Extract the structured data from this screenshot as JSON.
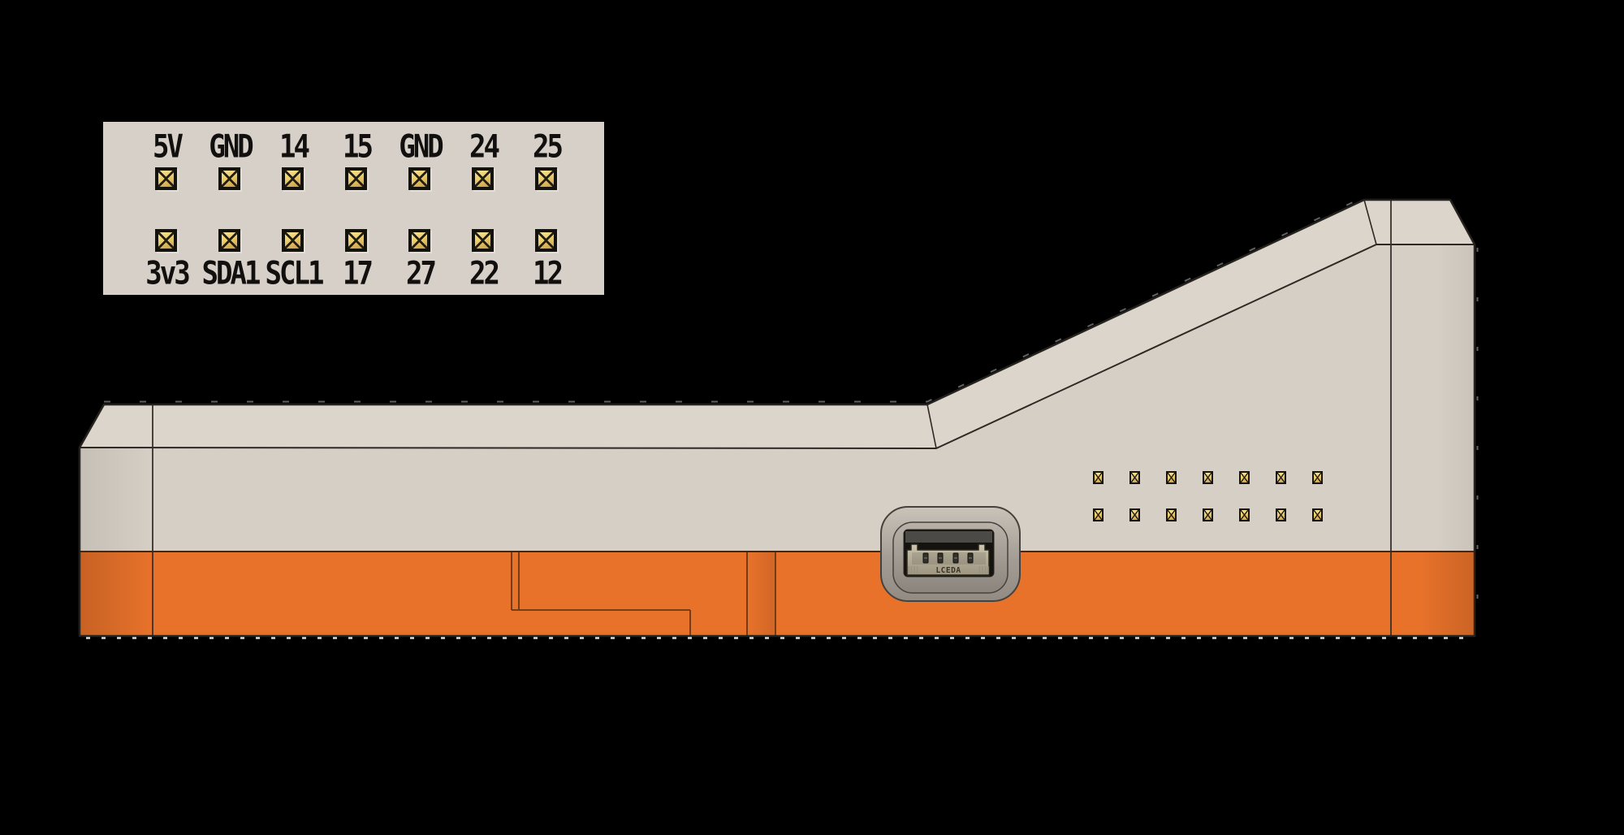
{
  "background_color": "#000000",
  "gpio_callout": {
    "background": "#d7d0c9",
    "top_labels": [
      "5V",
      "GND",
      "14",
      "15",
      "GND",
      "24",
      "25"
    ],
    "bottom_labels": [
      "3v3",
      "SDA1",
      "SCL1",
      "17",
      "27",
      "22",
      "12"
    ],
    "pad_color": "#e9c964",
    "pad_rows": 2,
    "pad_columns": 7
  },
  "device": {
    "top_face_color": "#dbd5cb",
    "front_face_color": "#d6cfc6",
    "base_color": "#e8722a",
    "side_pads": {
      "rows": 2,
      "columns": 7
    },
    "connector": {
      "label": "LCEDA",
      "pin_count": 4
    }
  }
}
